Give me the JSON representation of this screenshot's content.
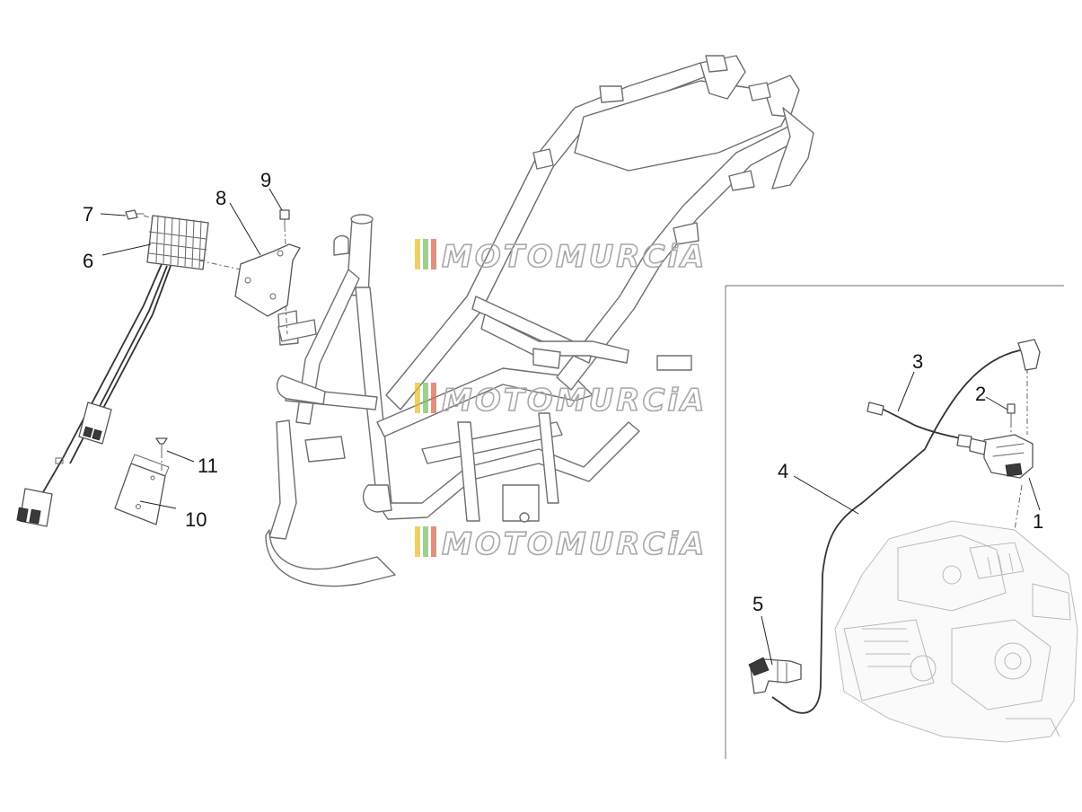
{
  "callouts": {
    "n1": "1",
    "n2": "2",
    "n3": "3",
    "n4": "4",
    "n5": "5",
    "n6": "6",
    "n7": "7",
    "n8": "8",
    "n9": "9",
    "n10": "10",
    "n11": "11"
  },
  "watermark": {
    "text": "MOTOMURCiA",
    "stripe_colors": [
      "#e8c230",
      "#7cc16b",
      "#d96a5a"
    ]
  }
}
